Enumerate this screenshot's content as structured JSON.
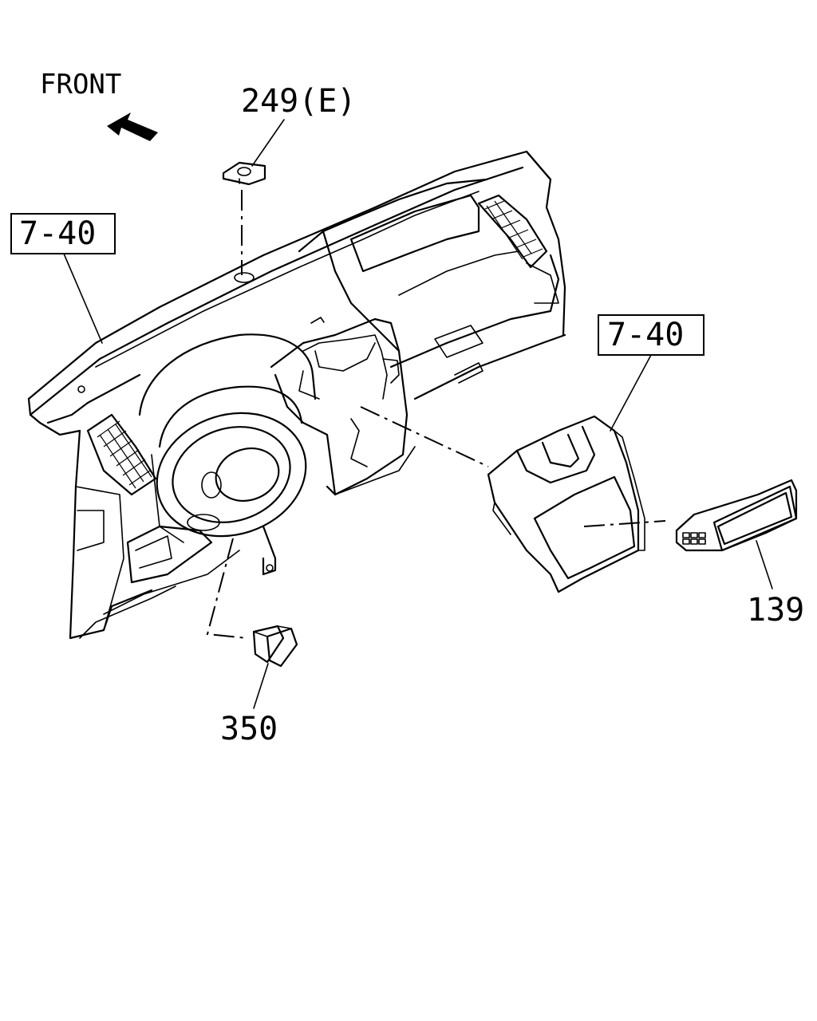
{
  "labels": {
    "front": "FRONT",
    "ref_top": "249(E)",
    "ref_left": "7-40",
    "ref_right": "7-40",
    "ref_139": "139",
    "ref_350": "350"
  },
  "colors": {
    "ink": "#000000",
    "paper": "#ffffff"
  }
}
